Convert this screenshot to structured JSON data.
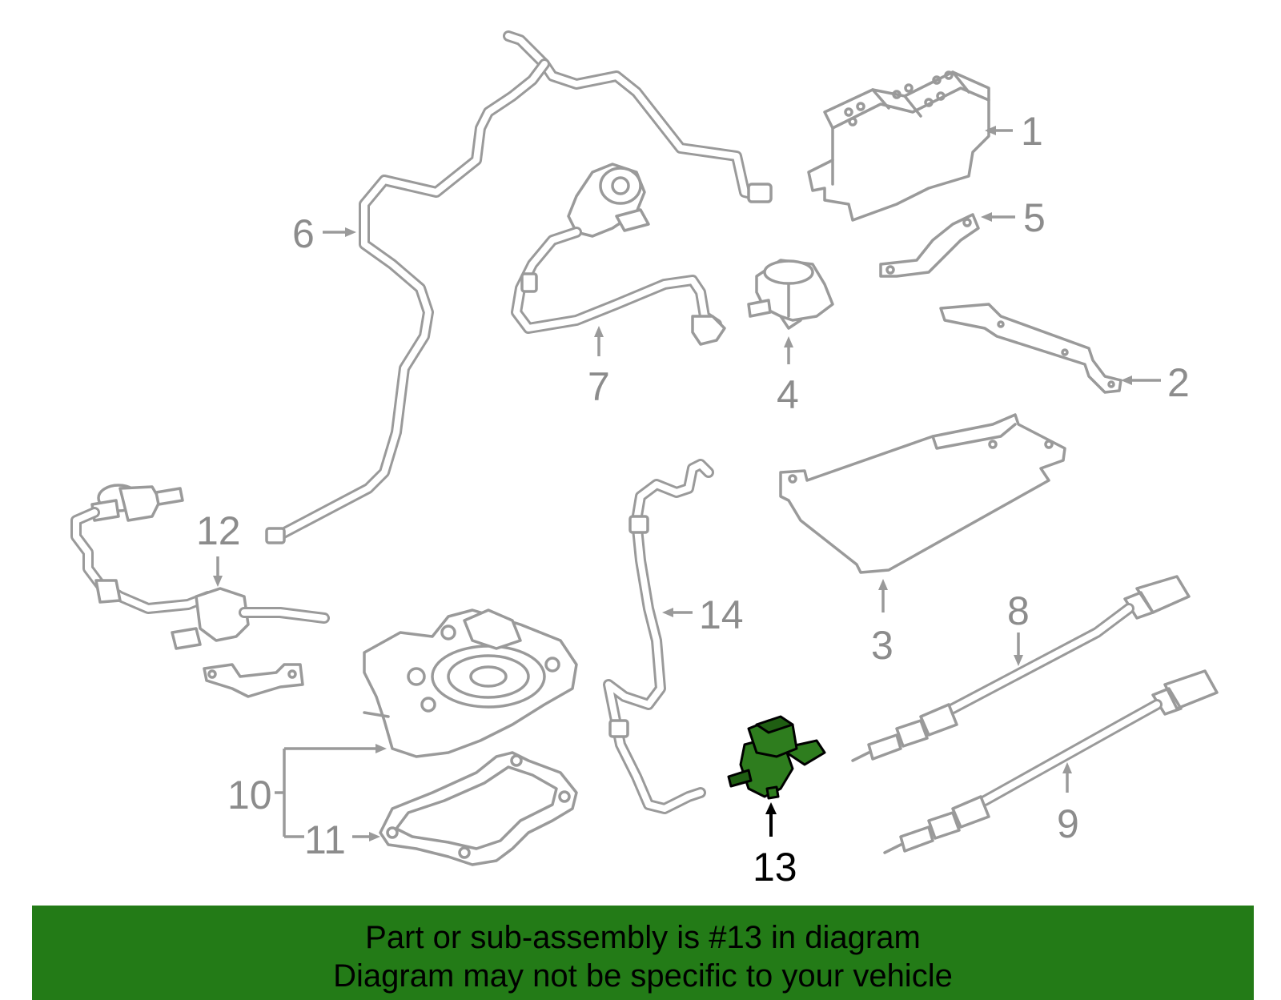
{
  "callouts": {
    "c1": "1",
    "c2": "2",
    "c3": "3",
    "c4": "4",
    "c5": "5",
    "c6": "6",
    "c7": "7",
    "c8": "8",
    "c9": "9",
    "c10": "10",
    "c11": "11",
    "c12": "12",
    "c13": "13",
    "c14": "14"
  },
  "highlight": {
    "part_number": "13",
    "fill_color": "#2e7d1e"
  },
  "banner": {
    "line1": "Part or sub-assembly is #13 in diagram",
    "line2": "Diagram may not be specific to your vehicle",
    "background_color": "#237b17"
  }
}
